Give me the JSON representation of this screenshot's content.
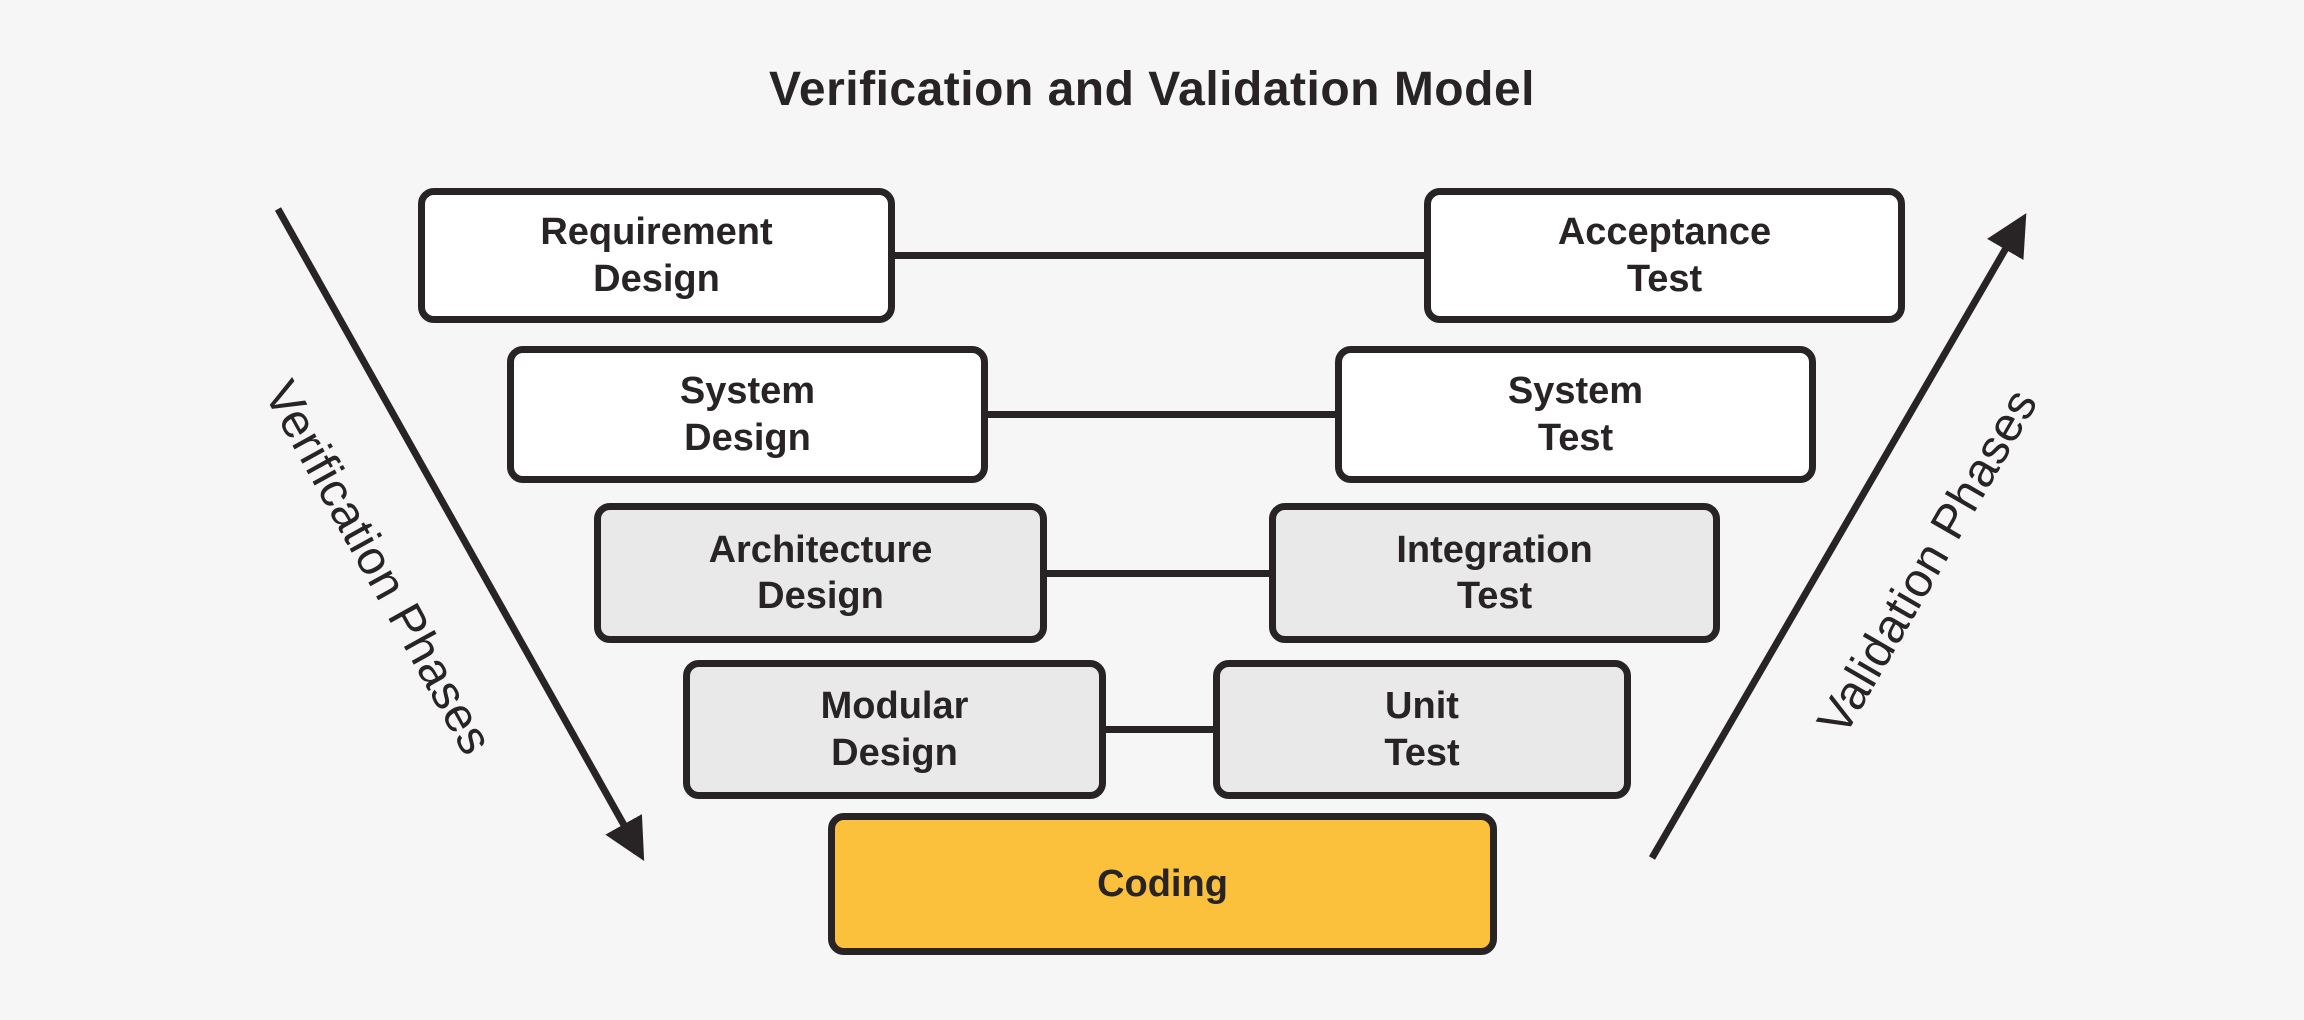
{
  "title": "Verification and Validation Model",
  "colors": {
    "background": "#f6f6f6",
    "ink": "#282425",
    "box_white": "#ffffff",
    "box_gray": "#e9e9e9",
    "box_yellow": "#fbc13c"
  },
  "phases": {
    "left_label": "Verification Phases",
    "right_label": "Validation Phases"
  },
  "rows": [
    {
      "design": "Requirement\nDesign",
      "test": "Acceptance\nTest",
      "fill": "white"
    },
    {
      "design": "System\nDesign",
      "test": "System\nTest",
      "fill": "white"
    },
    {
      "design": "Architecture\nDesign",
      "test": "Integration\nTest",
      "fill": "gray"
    },
    {
      "design": "Modular\nDesign",
      "test": "Unit\nTest",
      "fill": "gray"
    }
  ],
  "coding": {
    "label": "Coding",
    "fill": "yellow"
  }
}
